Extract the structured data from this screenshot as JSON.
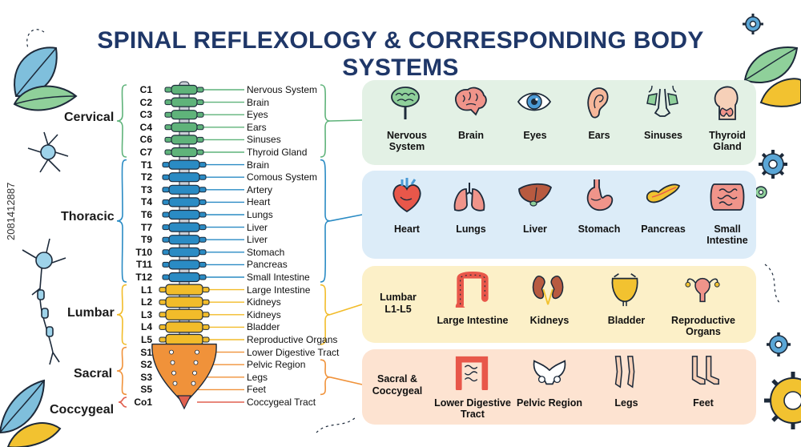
{
  "title": "SPINAL REFLEXOLOGY & CORRESPONDING BODY SYSTEMS",
  "watermark": "2081412887",
  "colors": {
    "title": "#1f3768",
    "cervical": "#5fb37a",
    "thoracic": "#2a8bc4",
    "lumbar": "#f2bc2a",
    "sacral": "#f0923a",
    "coccygeal": "#e06050",
    "panel_cervical": "#e3f1e5",
    "panel_thoracic": "#dcecf8",
    "panel_lumbar": "#fcf0c8",
    "panel_sacral": "#fde3d1"
  },
  "regions": {
    "cervical": "Cervical",
    "thoracic": "Thoracic",
    "lumbar": "Lumbar",
    "sacral": "Sacral",
    "coccygeal": "Coccygeal"
  },
  "vertebrae": [
    {
      "code": "C1",
      "system": "Nervous System",
      "region": "cervical"
    },
    {
      "code": "C2",
      "system": "Brain",
      "region": "cervical"
    },
    {
      "code": "C3",
      "system": "Eyes",
      "region": "cervical"
    },
    {
      "code": "C4",
      "system": "Ears",
      "region": "cervical"
    },
    {
      "code": "C6",
      "system": "Sinuses",
      "region": "cervical"
    },
    {
      "code": "C7",
      "system": "Thyroid Gland",
      "region": "cervical"
    },
    {
      "code": "T1",
      "system": "Brain",
      "region": "thoracic"
    },
    {
      "code": "T2",
      "system": "Comous System",
      "region": "thoracic"
    },
    {
      "code": "T3",
      "system": "Artery",
      "region": "thoracic"
    },
    {
      "code": "T4",
      "system": "Heart",
      "region": "thoracic"
    },
    {
      "code": "T6",
      "system": "Lungs",
      "region": "thoracic"
    },
    {
      "code": "T7",
      "system": "Liver",
      "region": "thoracic"
    },
    {
      "code": "T9",
      "system": "Liver",
      "region": "thoracic"
    },
    {
      "code": "T10",
      "system": "Stomach",
      "region": "thoracic"
    },
    {
      "code": "T11",
      "system": "Pancreas",
      "region": "thoracic"
    },
    {
      "code": "T12",
      "system": "Small Intestine",
      "region": "thoracic"
    },
    {
      "code": "L1",
      "system": "Large Intestine",
      "region": "lumbar"
    },
    {
      "code": "L2",
      "system": "Kidneys",
      "region": "lumbar"
    },
    {
      "code": "L3",
      "system": "Kidneys",
      "region": "lumbar"
    },
    {
      "code": "L4",
      "system": "Bladder",
      "region": "lumbar"
    },
    {
      "code": "L5",
      "system": "Reproductive Organs",
      "region": "lumbar"
    },
    {
      "code": "S1",
      "system": "Lower Digestive Tract",
      "region": "sacral"
    },
    {
      "code": "S2",
      "system": "Pelvic Region",
      "region": "sacral"
    },
    {
      "code": "S3",
      "system": "Legs",
      "region": "sacral"
    },
    {
      "code": "S5",
      "system": "Feet",
      "region": "sacral"
    },
    {
      "code": "Co1",
      "system": "Coccygeal Tract",
      "region": "coccygeal"
    }
  ],
  "panels": {
    "cervical": {
      "label": "",
      "organs": [
        {
          "name": "Nervous System",
          "line1": "Nervous",
          "line2": "System",
          "icon": "nervous-system-icon"
        },
        {
          "name": "Brain",
          "line1": "Brain",
          "line2": "",
          "icon": "brain-icon"
        },
        {
          "name": "Eyes",
          "line1": "Eyes",
          "line2": "",
          "icon": "eye-icon"
        },
        {
          "name": "Ears",
          "line1": "Ears",
          "line2": "",
          "icon": "ear-icon"
        },
        {
          "name": "Sinuses",
          "line1": "Sinuses",
          "line2": "",
          "icon": "sinuses-icon"
        },
        {
          "name": "Thyroid Gland",
          "line1": "Thyroid",
          "line2": "Gland",
          "icon": "thyroid-icon"
        }
      ]
    },
    "thoracic": {
      "label": "",
      "organs": [
        {
          "name": "Heart",
          "line1": "Heart",
          "line2": "",
          "icon": "heart-icon"
        },
        {
          "name": "Lungs",
          "line1": "Lungs",
          "line2": "",
          "icon": "lungs-icon"
        },
        {
          "name": "Liver",
          "line1": "Liver",
          "line2": "",
          "icon": "liver-icon"
        },
        {
          "name": "Stomach",
          "line1": "Stomach",
          "line2": "",
          "icon": "stomach-icon"
        },
        {
          "name": "Pancreas",
          "line1": "Pancreas",
          "line2": "",
          "icon": "pancreas-icon"
        },
        {
          "name": "Small Intestine",
          "line1": "Small",
          "line2": "Intestine",
          "icon": "small-intestine-icon"
        }
      ]
    },
    "lumbar": {
      "label1": "Lumbar",
      "label2": "L1-L5",
      "organs": [
        {
          "name": "Large Intestine",
          "line1": "Large Intestine",
          "line2": "",
          "icon": "large-intestine-icon"
        },
        {
          "name": "Kidneys",
          "line1": "Kidneys",
          "line2": "",
          "icon": "kidneys-icon"
        },
        {
          "name": "Bladder",
          "line1": "Bladder",
          "line2": "",
          "icon": "bladder-icon"
        },
        {
          "name": "Reproductive Organs",
          "line1": "Reproductive",
          "line2": "Organs",
          "icon": "uterus-icon"
        }
      ]
    },
    "sacral": {
      "label1": "Sacral &",
      "label2": "Coccygeal",
      "organs": [
        {
          "name": "Lower Digestive Tract",
          "line1": "Lower Digestive",
          "line2": "Tract",
          "icon": "lower-digestive-icon"
        },
        {
          "name": "Pelvic Region",
          "line1": "Pelvic Region",
          "line2": "",
          "icon": "pelvis-icon"
        },
        {
          "name": "Legs",
          "line1": "Legs",
          "line2": "",
          "icon": "legs-icon"
        },
        {
          "name": "Feet",
          "line1": "Feet",
          "line2": "",
          "icon": "feet-icon"
        }
      ]
    }
  }
}
